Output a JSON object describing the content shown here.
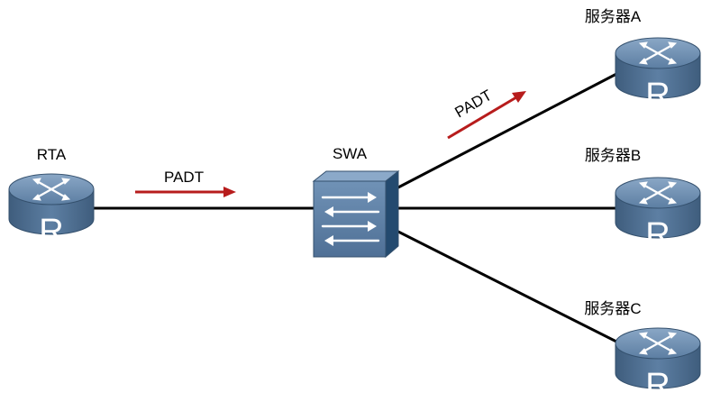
{
  "colors": {
    "link": "#000000",
    "arrow": "#b71c1c",
    "router_body": "#4f6f8f",
    "router_top": "#6b8cae",
    "router_letter": "#ffffff",
    "switch_face": "#5b7ea3"
  },
  "nodes": {
    "rta": {
      "label": "RTA",
      "icon": "router-icon",
      "letter": "R"
    },
    "swa": {
      "label": "SWA",
      "icon": "switch-icon"
    },
    "server_a": {
      "label": "服务器A",
      "icon": "router-icon",
      "letter": "R"
    },
    "server_b": {
      "label": "服务器B",
      "icon": "router-icon",
      "letter": "R"
    },
    "server_c": {
      "label": "服务器C",
      "icon": "router-icon",
      "letter": "R"
    }
  },
  "messages": {
    "rta_to_swa": {
      "label": "PADT"
    },
    "swa_to_server_a": {
      "label": "PADT"
    }
  }
}
